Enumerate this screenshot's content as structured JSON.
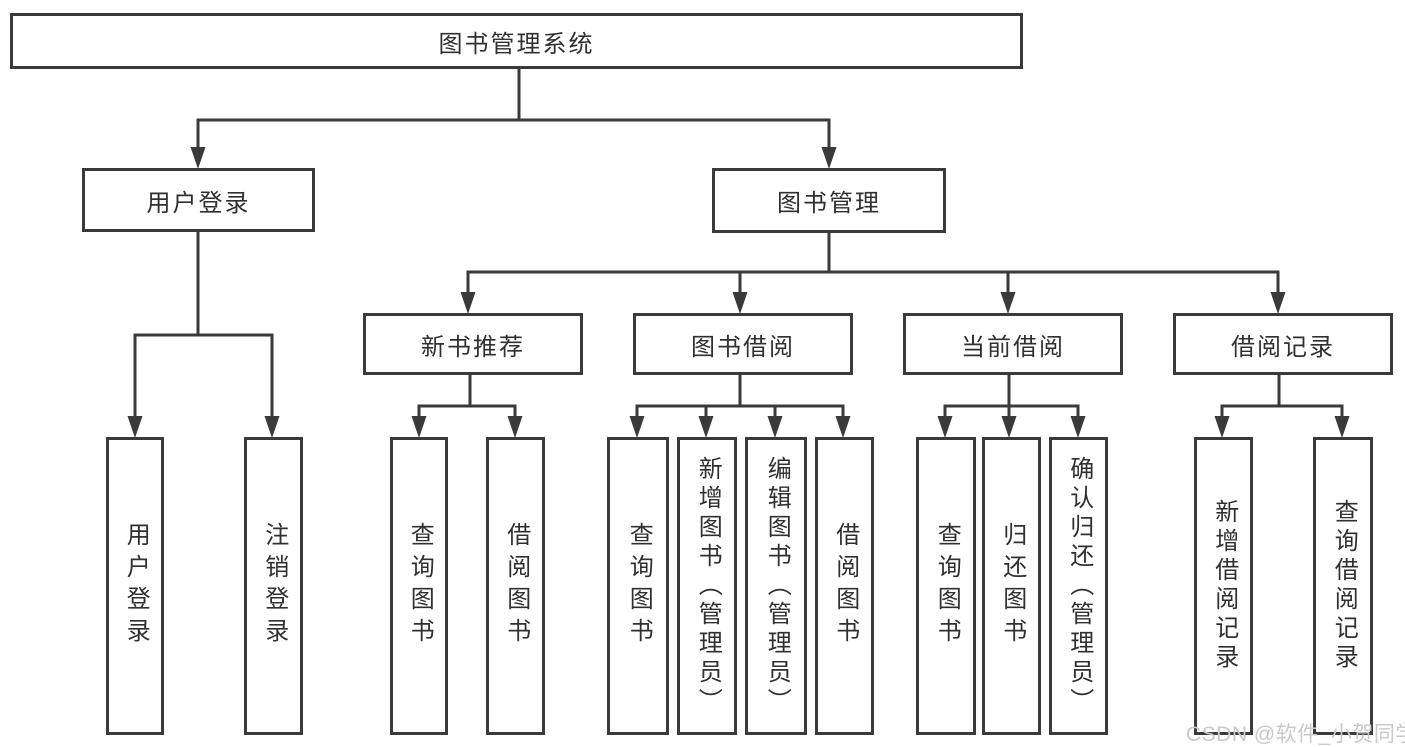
{
  "diagram": {
    "title": "图书管理系统",
    "root": {
      "label": "图书管理系统"
    },
    "login": {
      "label": "用户登录",
      "children": [
        {
          "label": "用户登录"
        },
        {
          "label": "注销登录"
        }
      ]
    },
    "management": {
      "label": "图书管理",
      "sections": [
        {
          "label": "新书推荐",
          "children": [
            {
              "label": "查询图书"
            },
            {
              "label": "借阅图书"
            }
          ]
        },
        {
          "label": "图书借阅",
          "children": [
            {
              "label": "查询图书"
            },
            {
              "label": "新增图书（管理员）"
            },
            {
              "label": "编辑图书（管理员）"
            },
            {
              "label": "借阅图书"
            }
          ]
        },
        {
          "label": "当前借阅",
          "children": [
            {
              "label": "查询图书"
            },
            {
              "label": "归还图书"
            },
            {
              "label": "确认归还（管理员）"
            }
          ]
        },
        {
          "label": "借阅记录",
          "children": [
            {
              "label": "新增借阅记录"
            },
            {
              "label": "查询借阅记录"
            }
          ]
        }
      ]
    }
  },
  "watermark": {
    "text": "CSDN @软件_小贺同学"
  },
  "colors": {
    "line": "#3a3a3a",
    "text": "#303030",
    "box_fill": "#ffffff",
    "background": "#ffffff",
    "watermark": "#c9c9c9"
  }
}
